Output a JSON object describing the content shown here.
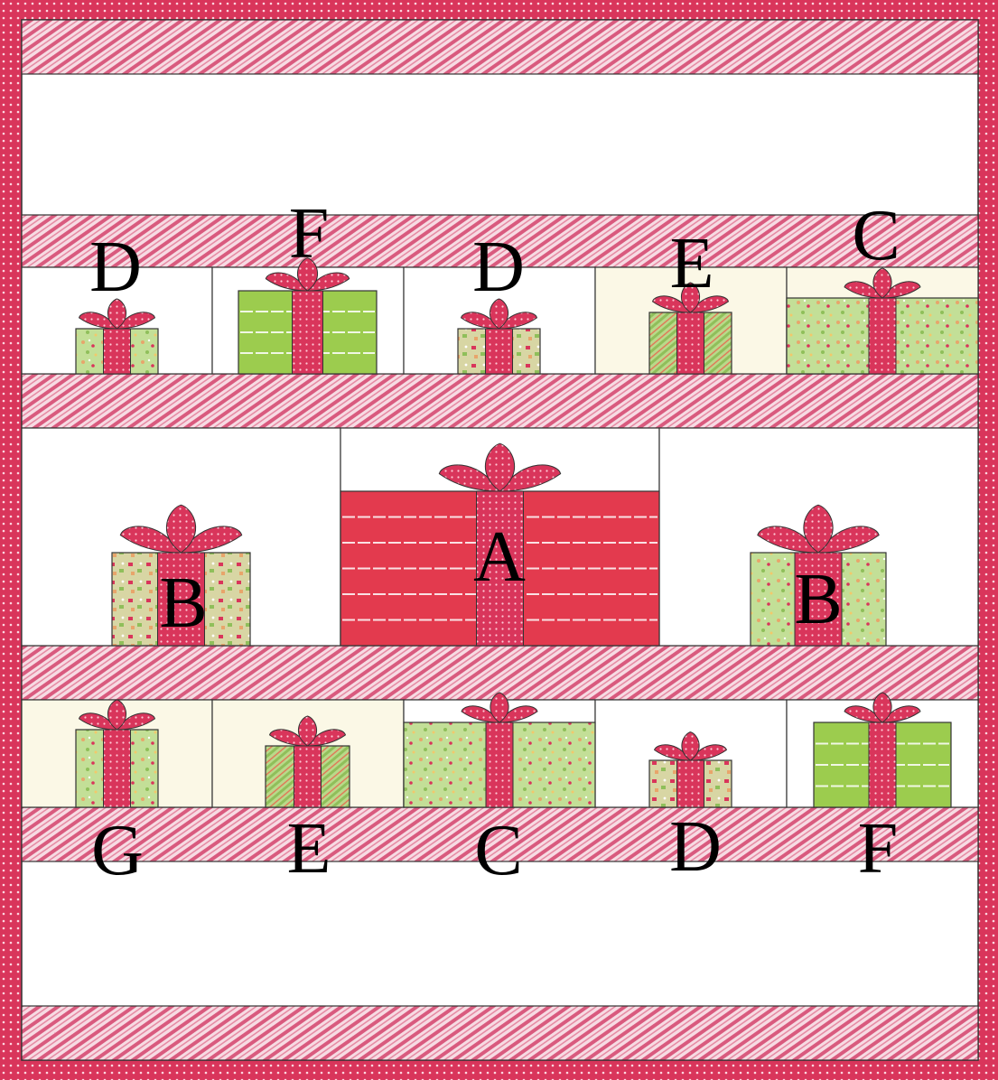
{
  "title": "",
  "colors": {
    "border": "#d9355b",
    "border_dot": "#ffd6e0",
    "sashing_base": "#f7dbe3",
    "sashing_stripe": "#d95a7e",
    "background": "#ffffff",
    "cream": "#fbf8e6",
    "ribbon": "#d9355b",
    "ribbon_dot": "#ffc9d6",
    "bow": "#d9355b",
    "green_solid": "#9ccc4e",
    "green_print": "#c3df97",
    "green_stripe": "#a8cf67",
    "red_box": "#e33a4e",
    "stripe_white": "#ffffff"
  },
  "rows": {
    "top": [
      {
        "label": "D",
        "fabric": "green-print"
      },
      {
        "label": "F",
        "fabric": "green-solid"
      },
      {
        "label": "D",
        "fabric": "beige-print"
      },
      {
        "label": "E",
        "fabric": "green-stripe"
      },
      {
        "label": "C",
        "fabric": "green-print"
      }
    ],
    "middle": [
      {
        "label": "B",
        "fabric": "beige-print"
      },
      {
        "label": "A",
        "fabric": "red-stripe"
      },
      {
        "label": "B",
        "fabric": "green-print"
      }
    ],
    "bottom": [
      {
        "label": "G",
        "fabric": "green-print"
      },
      {
        "label": "E",
        "fabric": "green-stripe"
      },
      {
        "label": "C",
        "fabric": "green-print"
      },
      {
        "label": "D",
        "fabric": "beige-print"
      },
      {
        "label": "F",
        "fabric": "green-solid"
      }
    ]
  }
}
